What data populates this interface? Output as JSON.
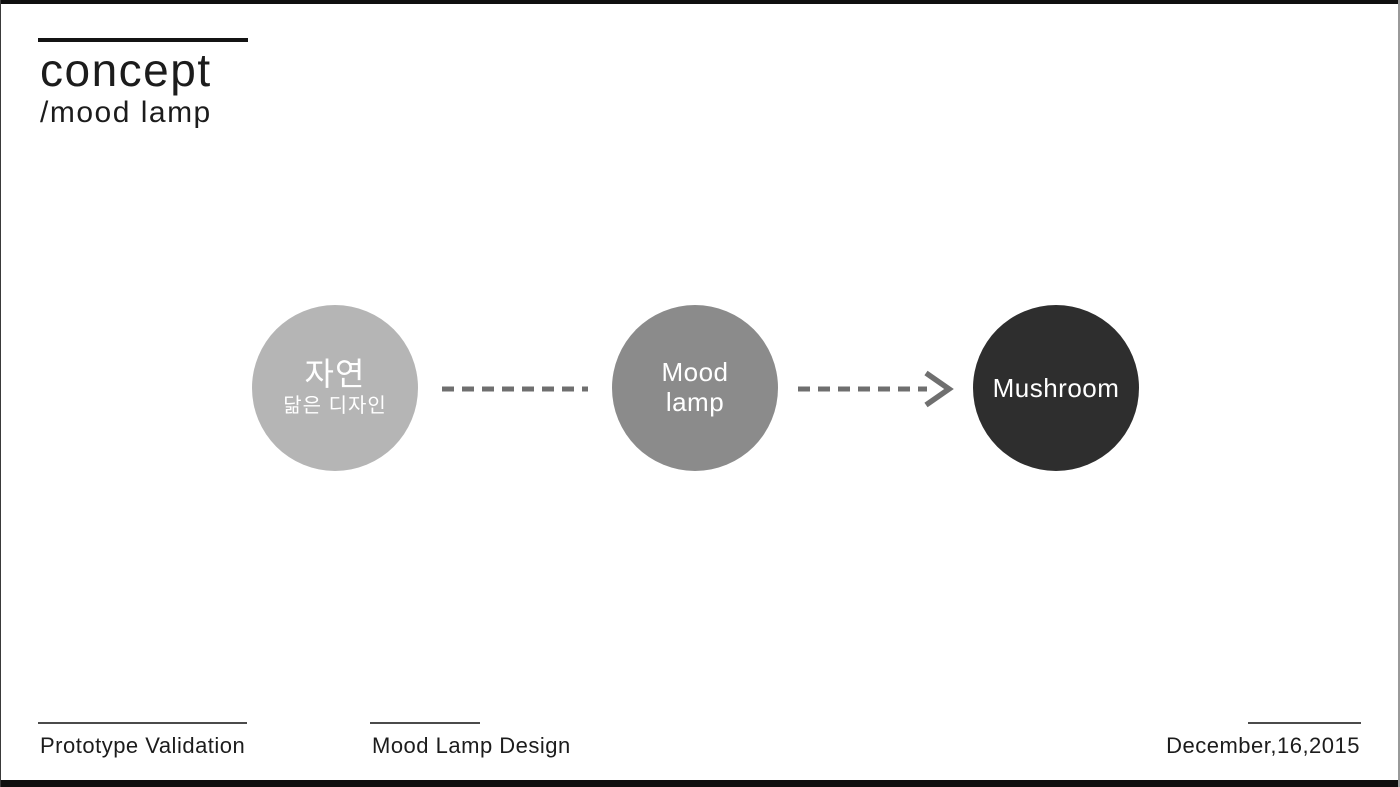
{
  "slide": {
    "header": {
      "title": "concept",
      "subtitle": "/mood lamp"
    },
    "diagram": {
      "nodes": [
        {
          "title": "자연",
          "subtitle": "닮은 디자인",
          "color": "#b5b5b5"
        },
        {
          "line1": "Mood",
          "line2": "lamp",
          "color": "#8b8b8b"
        },
        {
          "label": "Mushroom",
          "color": "#2e2e2e"
        }
      ],
      "connector_color": "#6f6f6f",
      "node_text_color": "#ffffff"
    },
    "footer": {
      "left_label": "Prototype Validation",
      "center_label": "Mood Lamp Design",
      "right_label": "December,16,2015"
    },
    "colors": {
      "background": "#ffffff",
      "text": "#1c1c1c",
      "frame": "#0f0f0f",
      "footer_rule": "#4b4b4b"
    }
  }
}
